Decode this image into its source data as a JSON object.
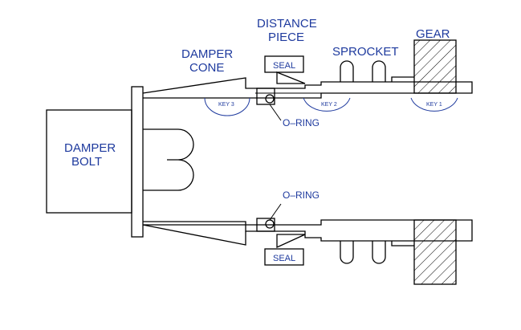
{
  "labels": {
    "damper_bolt_line1": "DAMPER",
    "damper_bolt_line2": "BOLT",
    "damper_cone_line1": "DAMPER",
    "damper_cone_line2": "CONE",
    "distance_piece_line1": "DISTANCE",
    "distance_piece_line2": "PIECE",
    "sprocket": "SPROCKET",
    "gear": "GEAR",
    "seal_top": "SEAL",
    "seal_bottom": "SEAL",
    "oring_top": "O–RING",
    "oring_bottom": "O–RING",
    "key3": "KEY 3",
    "key2": "KEY 2",
    "key1": "KEY 1"
  },
  "colors": {
    "label": "#1e3a9e",
    "line": "#000000"
  }
}
